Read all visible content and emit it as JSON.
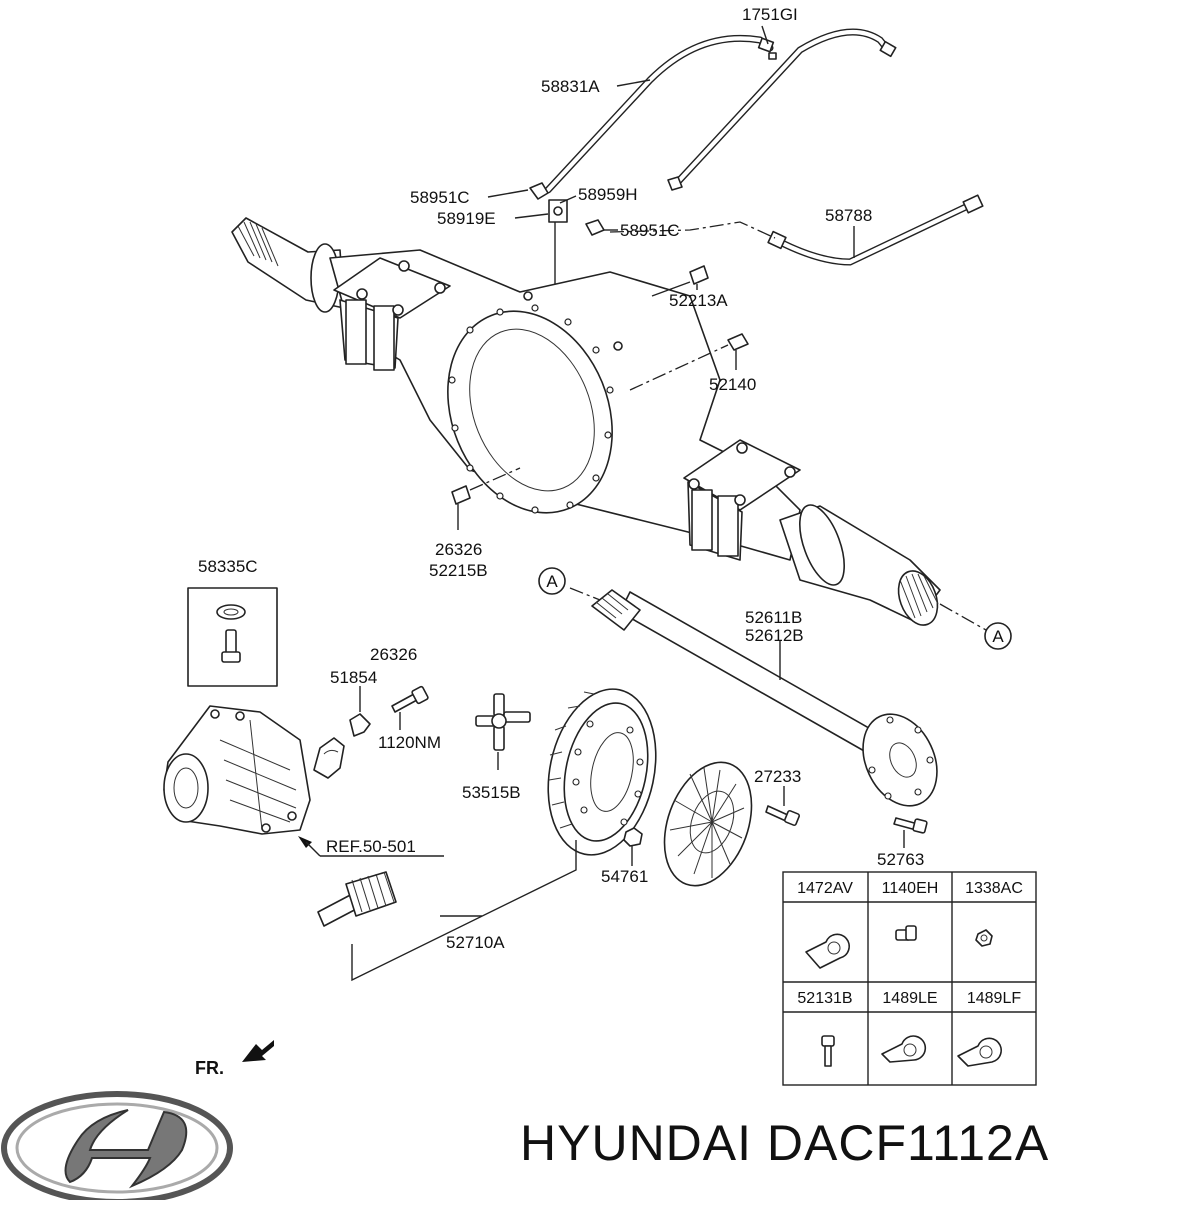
{
  "labels": {
    "l1751gi": "1751GI",
    "l58831a": "58831A",
    "l58951c_top": "58951C",
    "l58959h": "58959H",
    "l58919e": "58919E",
    "l58951c_mid": "58951C",
    "l58788": "58788",
    "l52213a": "52213A",
    "l52140": "52140",
    "l26326_a": "26326",
    "l52215b": "52215B",
    "l58335c": "58335C",
    "l26326_b": "26326",
    "l51854": "51854",
    "l1120nm": "1120NM",
    "l53515b": "53515B",
    "l52611b": "52611B",
    "l52612b": "52612B",
    "l27233": "27233",
    "l52763": "52763",
    "l54761": "54761",
    "lref": "REF.50-501",
    "l52710a": "52710A",
    "ref_a": "A",
    "fr": "FR."
  },
  "parts_table": {
    "row1": [
      "1472AV",
      "1140EH",
      "1338AC"
    ],
    "row2": [
      "52131B",
      "1489LE",
      "1489LF"
    ]
  },
  "footer": {
    "brand_text": "HYUNDAI DACF1112A"
  },
  "icons": {
    "logo": "hyundai-logo-icon",
    "direction": "front-arrow-icon"
  }
}
